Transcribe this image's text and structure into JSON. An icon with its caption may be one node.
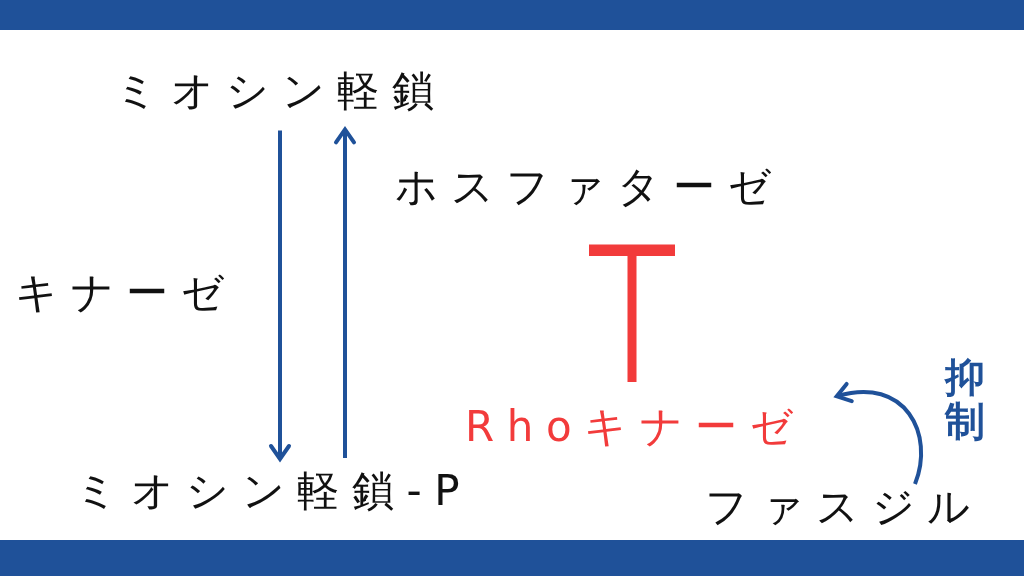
{
  "diagram": {
    "nodes": [
      {
        "text": [
          "ミオシン軽鎖"
        ]
      },
      {
        "text": [
          "ミオシン軽鎖-P"
        ]
      },
      {
        "text": [
          "ホスファターゼ"
        ]
      },
      {
        "text": [
          "Rhoキナーゼ"
        ]
      },
      {
        "text": [
          "ファスジル"
        ]
      }
    ],
    "edges": [
      {
        "from": 0,
        "to": 1,
        "arrow": "to"
      },
      {
        "from": 1,
        "to": 0,
        "arrow": "to"
      },
      {
        "from": 3,
        "to": 2,
        "arrow": "other",
        "style": "thick",
        "color": "#f23b3b"
      },
      {
        "from": 4,
        "to": 3,
        "arrow": "to"
      }
    ],
    "labels": [
      "キナーゼ",
      "抑制"
    ]
  }
}
